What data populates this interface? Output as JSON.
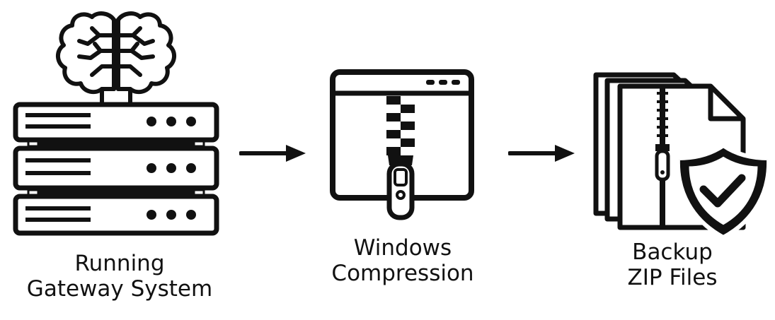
{
  "nodes": [
    {
      "icon": "server-brain-icon",
      "label_lines": [
        "Running",
        "Gateway System"
      ]
    },
    {
      "icon": "zip-window-icon",
      "label_lines": [
        "Windows",
        "Compression"
      ]
    },
    {
      "icon": "zip-files-shield-icon",
      "label_lines": [
        "Backup",
        "ZIP Files"
      ]
    }
  ],
  "edges": [
    {
      "from": "Running Gateway System",
      "to": "Windows Compression",
      "icon": "arrow-right-icon"
    },
    {
      "from": "Windows Compression",
      "to": "Backup ZIP Files",
      "icon": "arrow-right-icon"
    }
  ]
}
